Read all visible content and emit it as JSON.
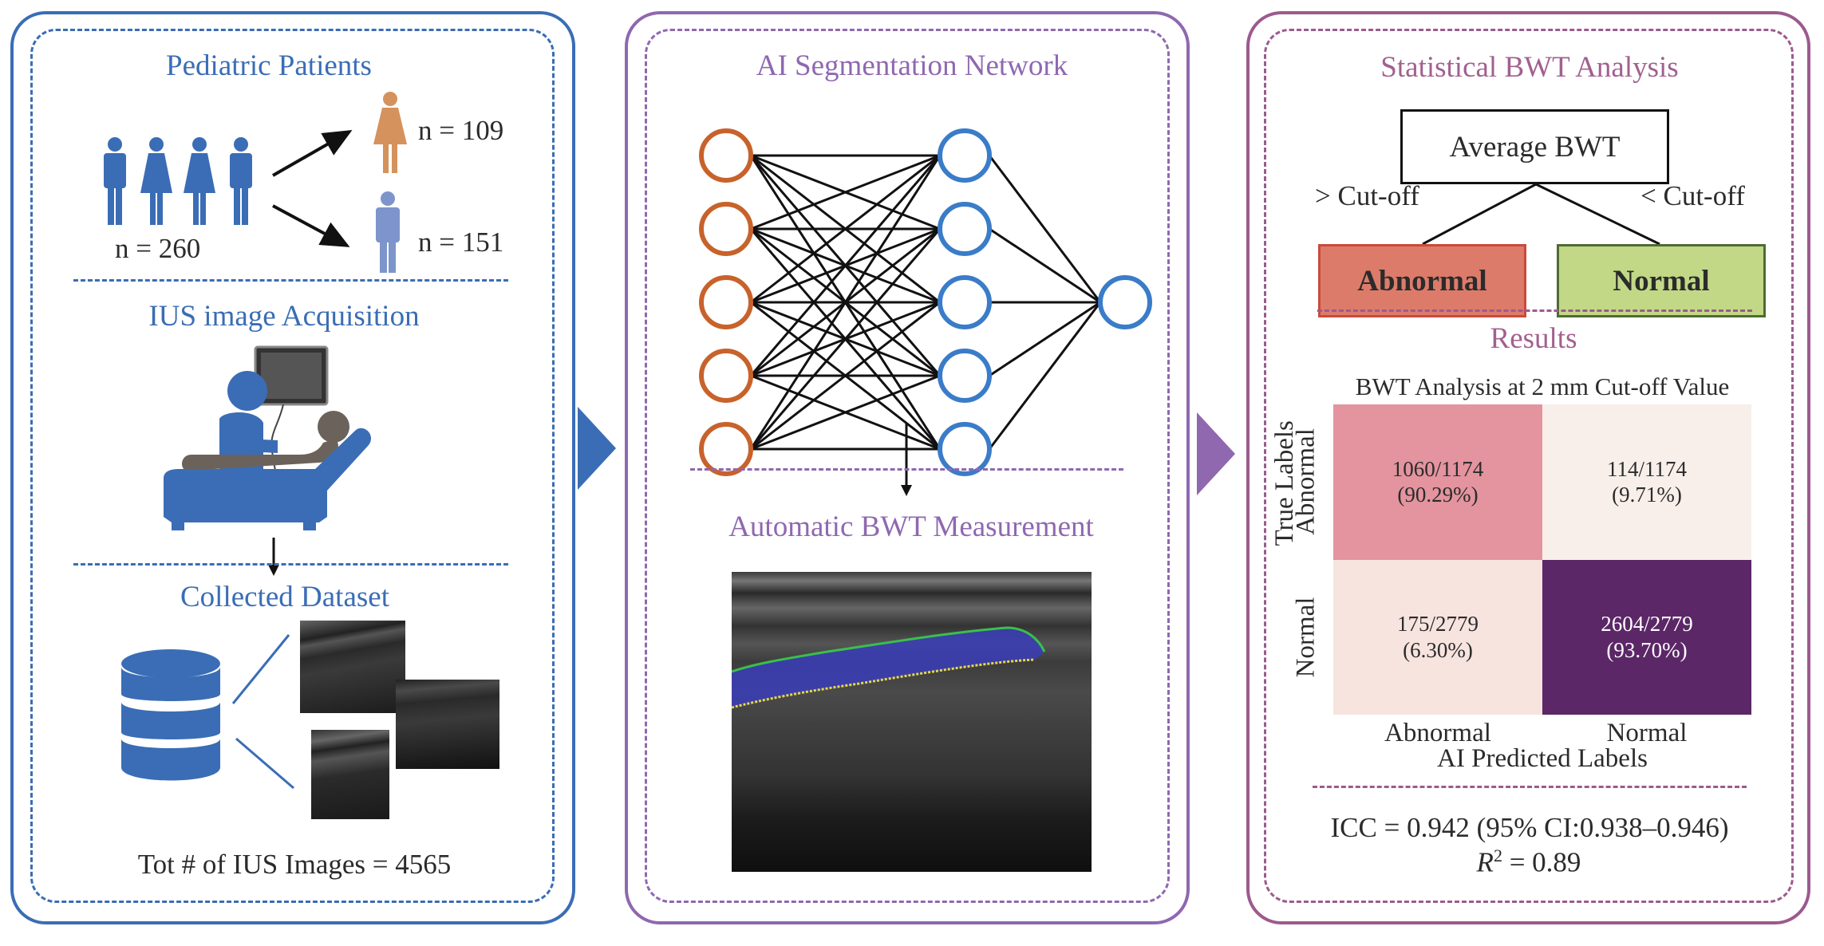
{
  "colors": {
    "panel1": "#3a6db5",
    "panel2": "#8f68b0",
    "panel3": "#9c5a8e",
    "female": "#d5925c",
    "male": "#7d95cb",
    "input_node": "#c8622b",
    "hidden_node": "#3a7cc8",
    "abnormal_box": "#dd7b6a",
    "normal_box": "#c2d886"
  },
  "panel1": {
    "title": "Pediatric Patients",
    "total_label": "n = 260",
    "female_label": "n = 109",
    "male_label": "n = 151",
    "acquisition_title": "IUS image Acquisition",
    "dataset_title": "Collected Dataset",
    "total_images_label": "Tot # of IUS Images = 4565"
  },
  "panel2": {
    "title": "AI Segmentation Network",
    "network": {
      "input_nodes": 5,
      "hidden_nodes": 5,
      "output_nodes": 1
    },
    "measurement_title": "Automatic BWT Measurement"
  },
  "panel3": {
    "title": "Statistical BWT Analysis",
    "tree": {
      "root": "Average BWT",
      "left_condition": "> Cut-off",
      "right_condition": "< Cut-off",
      "left_leaf": "Abnormal",
      "right_leaf": "Normal"
    },
    "results_title": "Results",
    "icc_text": "ICC = 0.942 (95% CI:0.938–0.946)",
    "r2_symbol": "R",
    "r2_sup": "2",
    "r2_value": " = 0.89"
  },
  "chart_data": {
    "type": "heatmap",
    "title": "BWT Analysis at 2 mm Cut-off Value",
    "xlabel": "AI Predicted Labels",
    "ylabel": "True Labels",
    "x_categories": [
      "Abnormal",
      "Normal"
    ],
    "y_categories": [
      "Abnormal",
      "Normal"
    ],
    "cells": [
      {
        "row": "Abnormal",
        "col": "Abnormal",
        "count": 1060,
        "total": 1174,
        "percent": 90.29,
        "label": "1060/1174",
        "pct_label": "(90.29%)",
        "color": "#e3949f",
        "text_color": "#2b2b2b"
      },
      {
        "row": "Abnormal",
        "col": "Normal",
        "count": 114,
        "total": 1174,
        "percent": 9.71,
        "label": "114/1174",
        "pct_label": "(9.71%)",
        "color": "#f8efea",
        "text_color": "#2b2b2b"
      },
      {
        "row": "Normal",
        "col": "Abnormal",
        "count": 175,
        "total": 2779,
        "percent": 6.3,
        "label": "175/2779",
        "pct_label": "(6.30%)",
        "color": "#f7e4df",
        "text_color": "#2b2b2b"
      },
      {
        "row": "Normal",
        "col": "Normal",
        "count": 2604,
        "total": 2779,
        "percent": 93.7,
        "label": "2604/2779",
        "pct_label": "(93.70%)",
        "color": "#5b2767",
        "text_color": "#ffffff"
      }
    ]
  }
}
